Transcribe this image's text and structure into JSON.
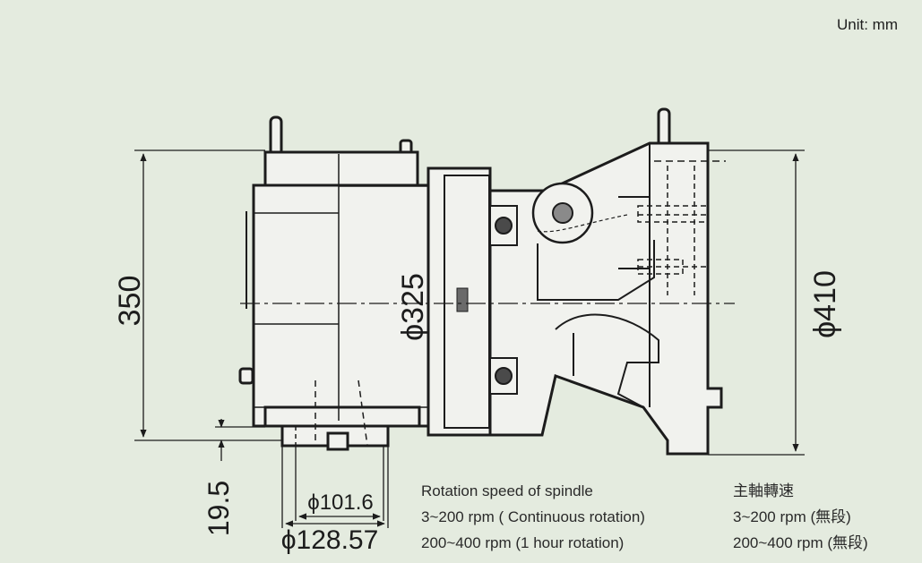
{
  "unit_label": "Unit: mm",
  "dimensions": {
    "height_350": "350",
    "phi_325": "ϕ325",
    "phi_410": "ϕ410",
    "offset_19_5": "19.5",
    "phi_101_6": "ϕ101.6",
    "phi_128_57": "ϕ128.57"
  },
  "spec_en": {
    "title": "Rotation speed of spindle",
    "line1": "3~200 rpm ( Continuous rotation)",
    "line2": "200~400 rpm (1 hour rotation)"
  },
  "spec_zh": {
    "title": "主軸轉速",
    "line1": "3~200 rpm (無段)",
    "line2": "200~400 rpm (無段)"
  }
}
